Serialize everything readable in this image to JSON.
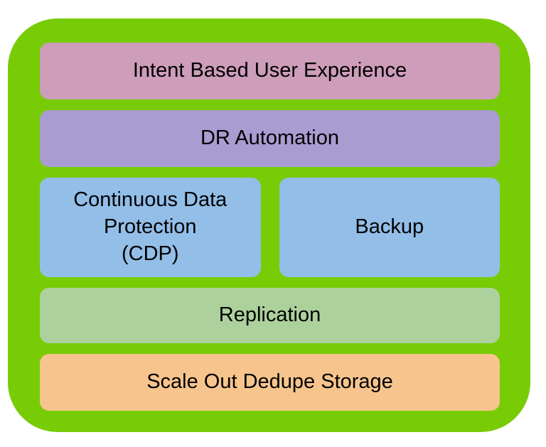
{
  "diagram": {
    "colors": {
      "background": "#FFFFFF",
      "container": "#78CC05",
      "text": "#000000"
    },
    "layers": [
      {
        "id": "intent-based-user-experience",
        "label": "Intent Based User Experience",
        "color": "#CD9DB9"
      },
      {
        "id": "dr-automation",
        "label": "DR Automation",
        "color": "#A99CD1"
      },
      {
        "id": "continuous-data-protection",
        "label": "Continuous Data\nProtection\n(CDP)",
        "color": "#92BEE8"
      },
      {
        "id": "backup",
        "label": "Backup",
        "color": "#92BEE8"
      },
      {
        "id": "replication",
        "label": "Replication",
        "color": "#ADD19D"
      },
      {
        "id": "scale-out-dedupe-storage",
        "label": "Scale Out Dedupe Storage",
        "color": "#F7C48E"
      }
    ]
  }
}
